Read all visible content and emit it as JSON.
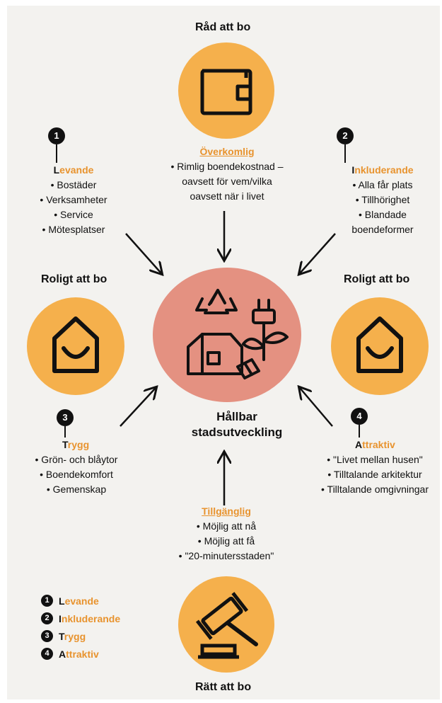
{
  "titles": {
    "top": "Råd att bo",
    "left": "Roligt att bo",
    "right": "Roligt att bo",
    "bottom": "Rätt att bo"
  },
  "center": {
    "line1": "Hållbar",
    "line2": "stadsutveckling"
  },
  "blocks": {
    "levande": {
      "number": "1",
      "head_first": "L",
      "head_rest": "evande",
      "items": [
        "• Bostäder",
        "• Verksamheter",
        "• Service",
        "• Mötesplatser"
      ]
    },
    "inkluderande": {
      "number": "2",
      "head_first": "I",
      "head_rest": "nkluderande",
      "items": [
        "• Alla får plats",
        "• Tillhörighet",
        "• Blandade",
        "boendeformer"
      ]
    },
    "trygg": {
      "number": "3",
      "head_first": "T",
      "head_rest": "rygg",
      "items": [
        "• Grön- och blåytor",
        "• Boendekomfort",
        "• Gemenskap"
      ]
    },
    "attraktiv": {
      "number": "4",
      "head_first": "A",
      "head_rest": "ttraktiv",
      "items": [
        "• \"Livet mellan husen\"",
        "• Tilltalande arkitektur",
        "• Tilltalande omgivningar"
      ]
    },
    "overkomlig": {
      "head": "Överkomlig",
      "items": [
        "• Rimlig boendekostnad –",
        "oavsett för vem/vilka",
        "oavsett när i livet"
      ]
    },
    "tillganglig": {
      "head": "Tillgänglig",
      "items": [
        "• Möjlig att nå",
        "• Möjlig att få",
        "• \"20-minutersstaden\""
      ]
    }
  },
  "legend": [
    {
      "number": "1",
      "first": "L",
      "rest": "evande"
    },
    {
      "number": "2",
      "first": "I",
      "rest": "nkluderande"
    },
    {
      "number": "3",
      "first": "T",
      "rest": "rygg"
    },
    {
      "number": "4",
      "first": "A",
      "rest": "ttraktiv"
    }
  ],
  "colors": {
    "accent_orange": "#f5b04c",
    "label_orange": "#e8932e",
    "center_pink": "#e49181",
    "background": "#f3f2ef"
  },
  "icons": {
    "top": "wallet-icon",
    "left": "smiling-house-icon",
    "right": "smiling-house-icon",
    "bottom": "gavel-icon",
    "center": "sustainable-city-icon"
  }
}
